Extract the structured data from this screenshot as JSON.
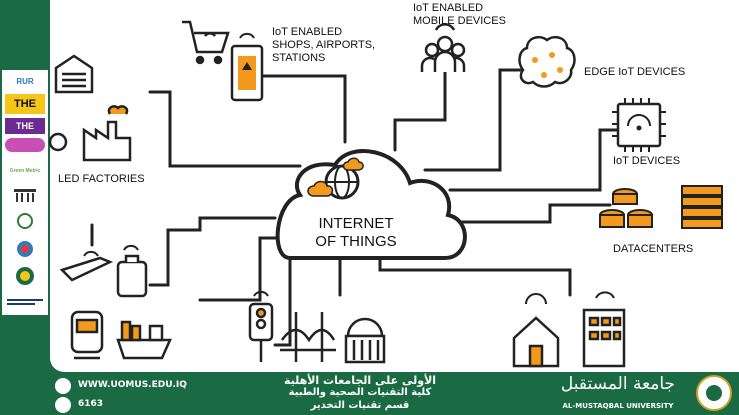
{
  "diagram": {
    "center_label_line1": "INTERNET",
    "center_label_line2": "OF THINGS",
    "nodes": {
      "shops": "IoT ENABLED\nSHOPS, AIRPORTS,\nSTATIONS",
      "mobile": "IoT ENABLED\nMOBILE DEVICES",
      "edge": "EDGE IoT DEVICES",
      "iot_devices": "IoT DEVICES",
      "datacenters": "DATACENTERS",
      "factories": "LED FACTORIES"
    }
  },
  "sidebar": {
    "logos": [
      "RUR",
      "THE",
      "THE",
      "",
      "Green Metric",
      "",
      "",
      "",
      ""
    ]
  },
  "footer": {
    "website": "WWW.UOMUS.EDU.IQ",
    "phone": "6163",
    "arabic_line1": "الأولى على الجامعات الأهلية",
    "arabic_line2": "كلية التقنيات الصحية والطبية",
    "arabic_line3": "قسم تقنيات التخدير",
    "university_arabic": "جامعة المستقبل",
    "university_english": "AL-MUSTAQBAL UNIVERSITY"
  },
  "colors": {
    "brand_green": "#1a6b44",
    "accent_orange": "#f39a1e",
    "line_dark": "#222222"
  }
}
